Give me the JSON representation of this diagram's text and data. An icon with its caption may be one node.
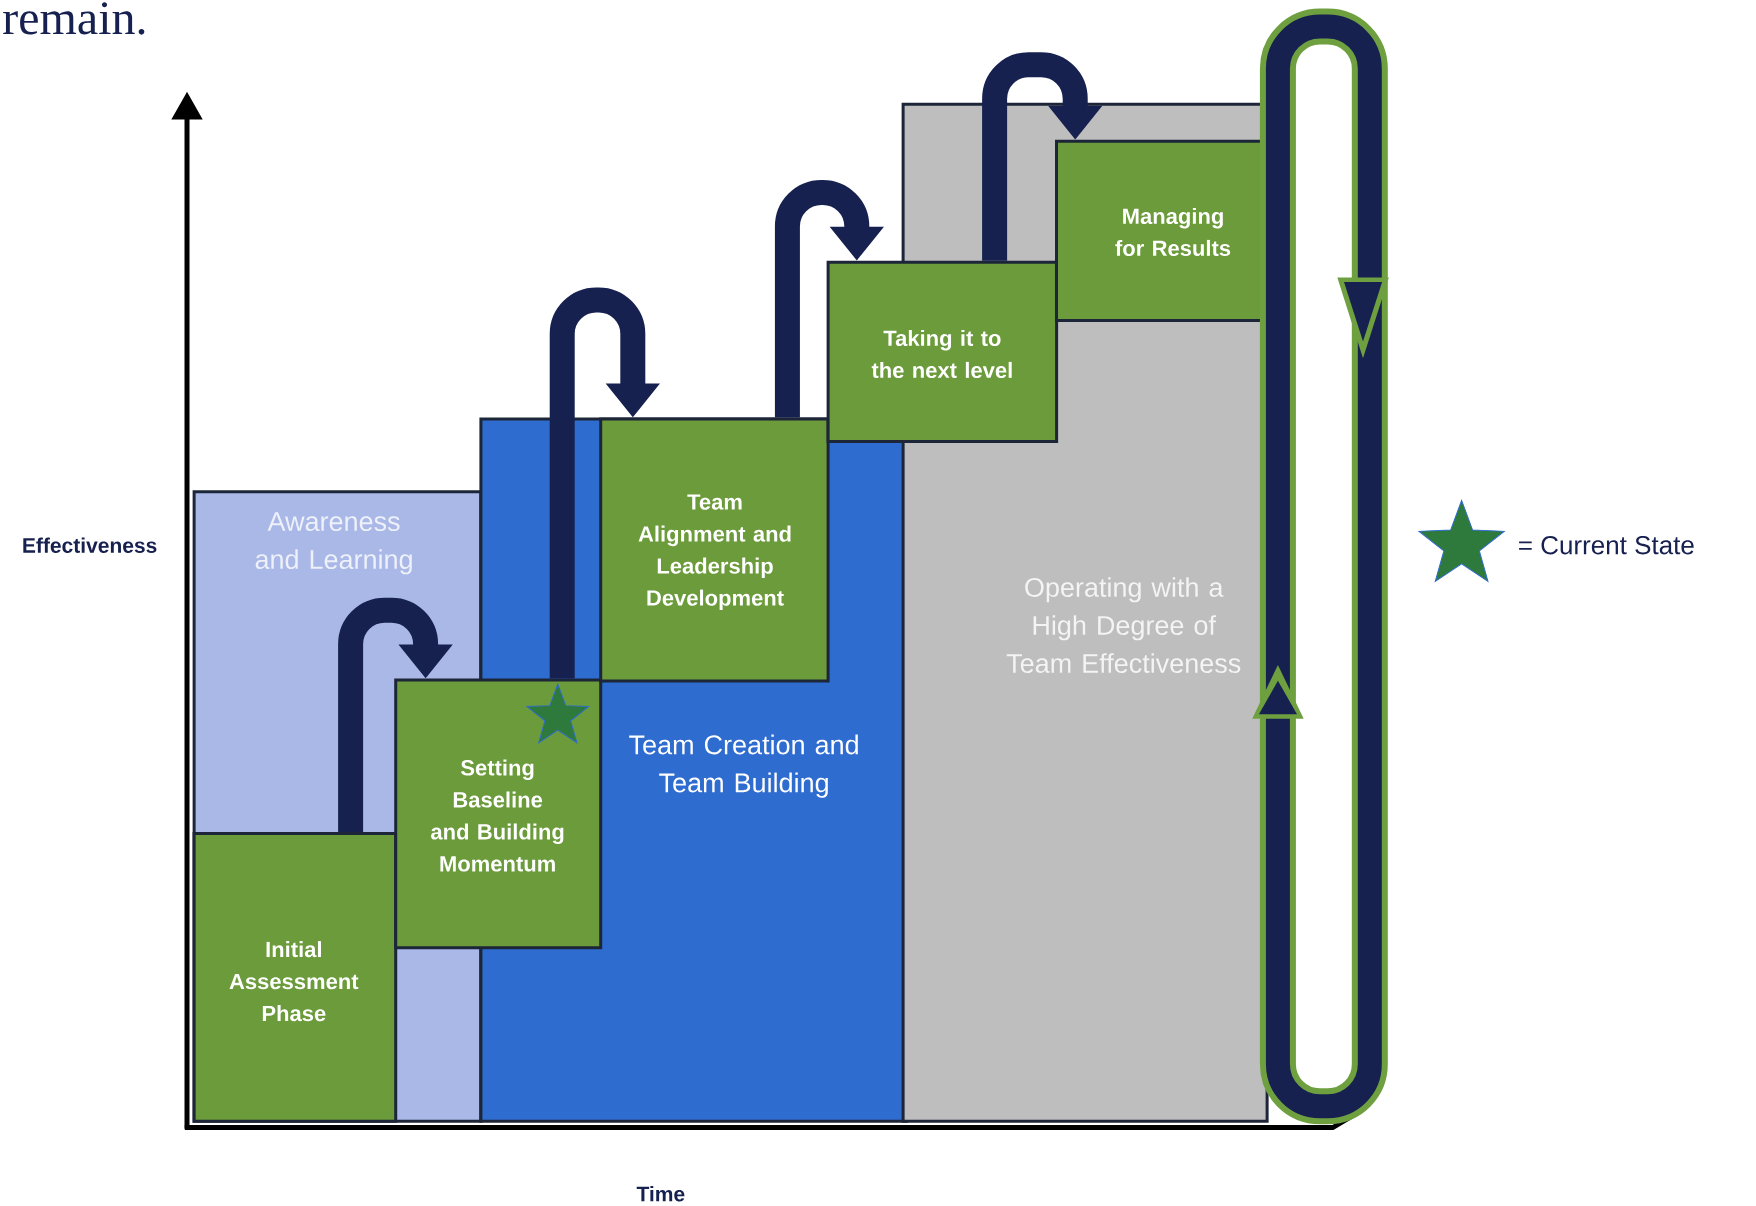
{
  "diagram": {
    "nodes": [
      {
        "text": [
          "Awareness and Learning"
        ]
      },
      {
        "text": [
          "Initial Assessment Phase"
        ],
        "in": 0
      },
      {
        "text": [
          "Setting Baseline and Building Momentum"
        ]
      },
      {
        "text": [
          "Team Creation and Team Building"
        ]
      },
      {
        "text": [
          "Team Alignment and Leadership Development"
        ],
        "in": 3
      },
      {
        "text": [
          "Taking it to the next level"
        ]
      },
      {
        "text": [
          "Operating with a High Degree of Team Effectiveness"
        ]
      },
      {
        "text": [
          "Managing for Results"
        ],
        "in": 6
      }
    ],
    "edges": [
      {
        "from": 1,
        "to": 2,
        "arrow": "to"
      },
      {
        "from": 2,
        "to": 4,
        "arrow": "to"
      },
      {
        "from": 4,
        "to": 5,
        "arrow": "to"
      },
      {
        "from": 5,
        "to": 7,
        "arrow": "to"
      }
    ],
    "labels": [
      "remain.",
      "Effectiveness",
      "Time"
    ],
    "legend": [
      {
        "text": "= Current State"
      }
    ]
  }
}
